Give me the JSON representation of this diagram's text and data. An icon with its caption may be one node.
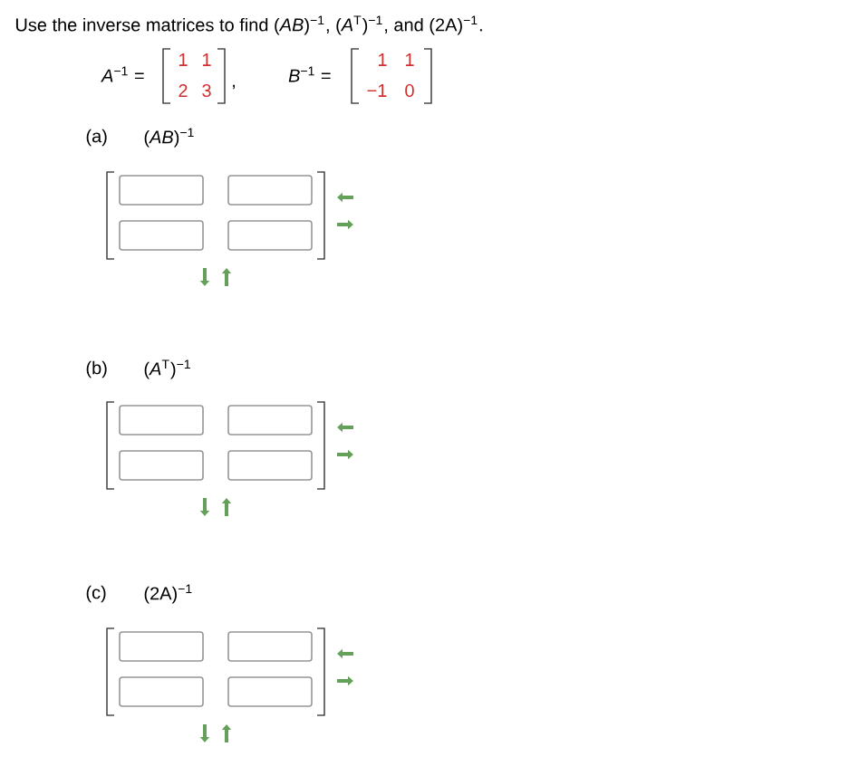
{
  "diagram": {
    "nodes": [
      {
        "text": [],
        "shape": "box"
      },
      {
        "text": [],
        "shape": "box"
      },
      {
        "text": [],
        "shape": "box"
      },
      {
        "text": [],
        "shape": "box"
      },
      {
        "text": [],
        "shape": "box"
      },
      {
        "text": [],
        "shape": "box"
      },
      {
        "text": [],
        "shape": "box"
      },
      {
        "text": [],
        "shape": "box"
      },
      {
        "text": [],
        "shape": "box"
      },
      {
        "text": [],
        "shape": "box"
      },
      {
        "text": [],
        "shape": "box"
      },
      {
        "text": [],
        "shape": "box"
      }
    ],
    "labels": [
      "Use the inverse matrices to find (*AB*)$^{−1}$, (*A*$^{T}$)$^{−1}$, and (2A)$^{−1}$.",
      "*A*$^{−1}$ =",
      "1",
      "1",
      "2",
      "3",
      ",",
      "*B*$^{−1}$ =",
      "1",
      "1",
      "−1",
      "0",
      "(a)",
      "(*AB*)$^{−1}$",
      "(b)",
      "(*A*$^{T}$)$^{−1}$",
      "(c)",
      "(2A)$^{−1}$"
    ]
  }
}
